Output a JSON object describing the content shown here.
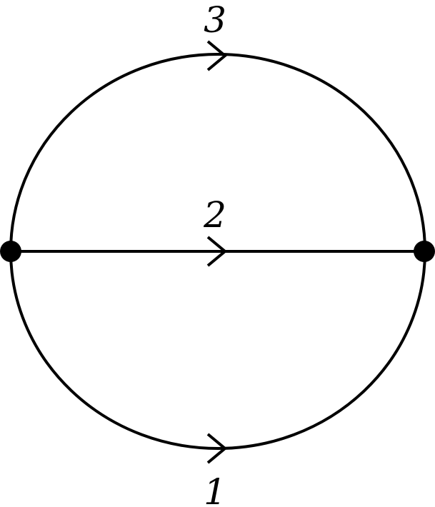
{
  "diagram": {
    "nodes": [
      {
        "id": "left-node"
      },
      {
        "id": "right-node"
      }
    ],
    "edges": [
      {
        "label": "3",
        "position": "top",
        "direction": "left-to-right"
      },
      {
        "label": "2",
        "position": "middle",
        "direction": "left-to-right"
      },
      {
        "label": "1",
        "position": "bottom",
        "direction": "left-to-right"
      }
    ],
    "colors": {
      "stroke": "#000000",
      "background": "#ffffff"
    }
  }
}
